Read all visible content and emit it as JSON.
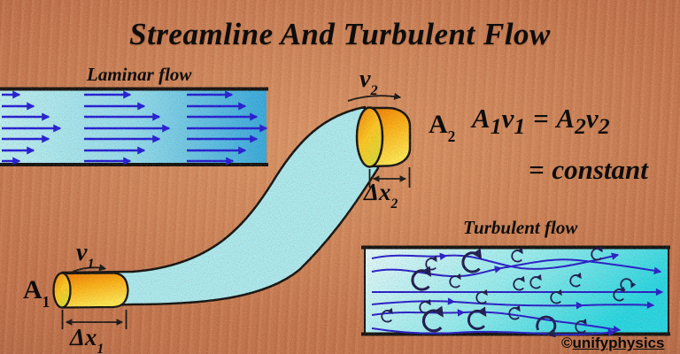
{
  "title": "Streamline And Turbulent Flow",
  "panels": {
    "laminar": {
      "label": "Laminar flow"
    },
    "turbulent": {
      "label": "Turbulent flow"
    }
  },
  "labels": {
    "v1": {
      "base": "v",
      "sub": "1"
    },
    "v2": {
      "base": "v",
      "sub": "2"
    },
    "A1": {
      "base": "A",
      "sub": "1"
    },
    "A2": {
      "base": "A",
      "sub": "2"
    },
    "dx1": {
      "base": "Δx",
      "sub": "1"
    },
    "dx2": {
      "base": "Δx",
      "sub": "2"
    }
  },
  "equation": {
    "A1": "A",
    "A1sub": "1",
    "v1": "v",
    "v1sub": "1",
    "equals": "=",
    "A2": "A",
    "A2sub": "2",
    "v2": "v",
    "v2sub": "2",
    "line2_equals": "=",
    "line2_text": "constant"
  },
  "watermark": {
    "copyright": "©",
    "text": "unifyphysics"
  },
  "colors": {
    "background": "#c1714a",
    "background_edge": "#9a5233",
    "laminar_light": "#b8f1f5",
    "laminar_deep": "#2fa9e0",
    "turbulent_light": "#e6fbff",
    "turbulent_deep": "#1fd8e6",
    "tube_fill": "#a9ecf3",
    "element_orange": "#f07c04",
    "element_yellow": "#ffe84e",
    "arrow_blue": "#1c17d8",
    "streamline_blue": "#2018cc",
    "swirl_navy": "#15154e",
    "ink": "#0e0d0d"
  }
}
